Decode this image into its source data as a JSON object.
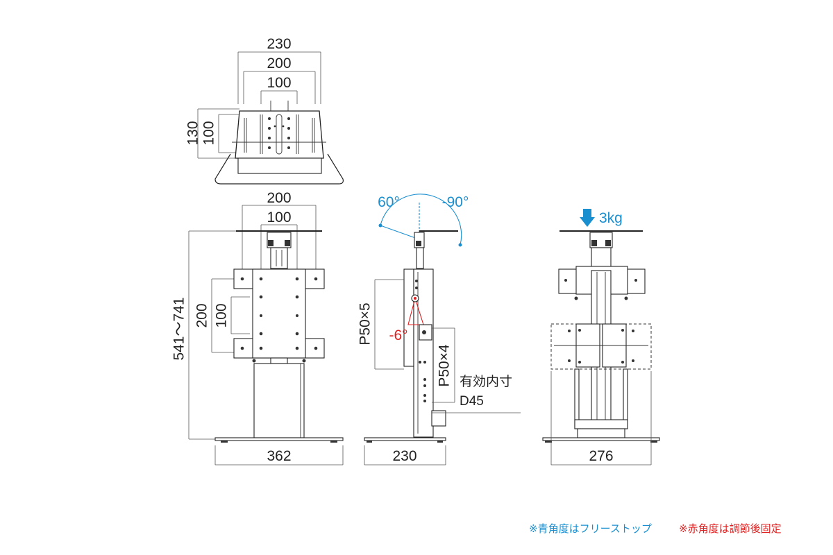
{
  "colors": {
    "angle_free": "#1a8fd0",
    "angle_fixed": "#e02020",
    "line": "#222222"
  },
  "top_view": {
    "dim_230": "230",
    "dim_200": "200",
    "dim_100": "100",
    "dim_130": "130",
    "dim_100_v": "100"
  },
  "front_view": {
    "dim_200": "200",
    "dim_100": "100",
    "dim_200_v": "200",
    "dim_100_v": "100",
    "height_range": "541～741",
    "base_width": "362"
  },
  "side_view": {
    "tilt_up": "60°",
    "tilt_down": "-90°",
    "tilt_fixed": "-6°",
    "pitch_5": "P50×5",
    "pitch_4": "P50×4",
    "effective_label": "有効内寸",
    "effective_value": "D45",
    "base_depth": "230"
  },
  "rear_view": {
    "load": "3kg",
    "width": "276"
  },
  "notes": {
    "blue_note": "※青角度はフリーストップ",
    "red_note": "※赤角度は調節後固定"
  }
}
